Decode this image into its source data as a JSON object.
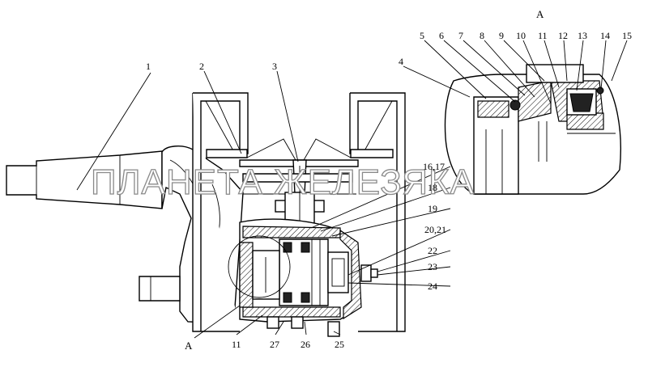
{
  "view_label": "А",
  "section_label": "А",
  "watermark": "ПЛАНЕТА ЖЕЛЕЗЯКА",
  "callouts": {
    "c1": "1",
    "c2": "2",
    "c3": "3",
    "c4": "4",
    "c5": "5",
    "c6": "6",
    "c7": "7",
    "c8": "8",
    "c9": "9",
    "c10": "10",
    "c11a": "11",
    "c12": "12",
    "c13": "13",
    "c14": "14",
    "c15": "15",
    "c16_17": "16,17",
    "c18": "18",
    "c19": "19",
    "c20_21": "20,21",
    "c22": "22",
    "c23": "23",
    "c24": "24",
    "c11b": "11",
    "c27": "27",
    "c26": "26",
    "c25": "25"
  }
}
